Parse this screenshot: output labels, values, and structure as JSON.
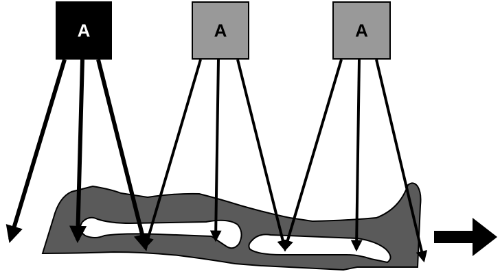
{
  "sources": [
    {
      "label": "A",
      "fill": "#000000",
      "text_color": "#ffffff",
      "arrow_count": 3
    },
    {
      "label": "A",
      "fill": "#999999",
      "text_color": "#000000",
      "arrow_count": 3
    },
    {
      "label": "A",
      "fill": "#999999",
      "text_color": "#000000",
      "arrow_count": 3
    }
  ],
  "colors": {
    "limb_fill": "#5a5a5a",
    "bone_fill": "#ffffff",
    "arrow": "#000000",
    "outline": "#000000"
  },
  "direction_arrow": {
    "icon": "right-arrow-icon"
  }
}
